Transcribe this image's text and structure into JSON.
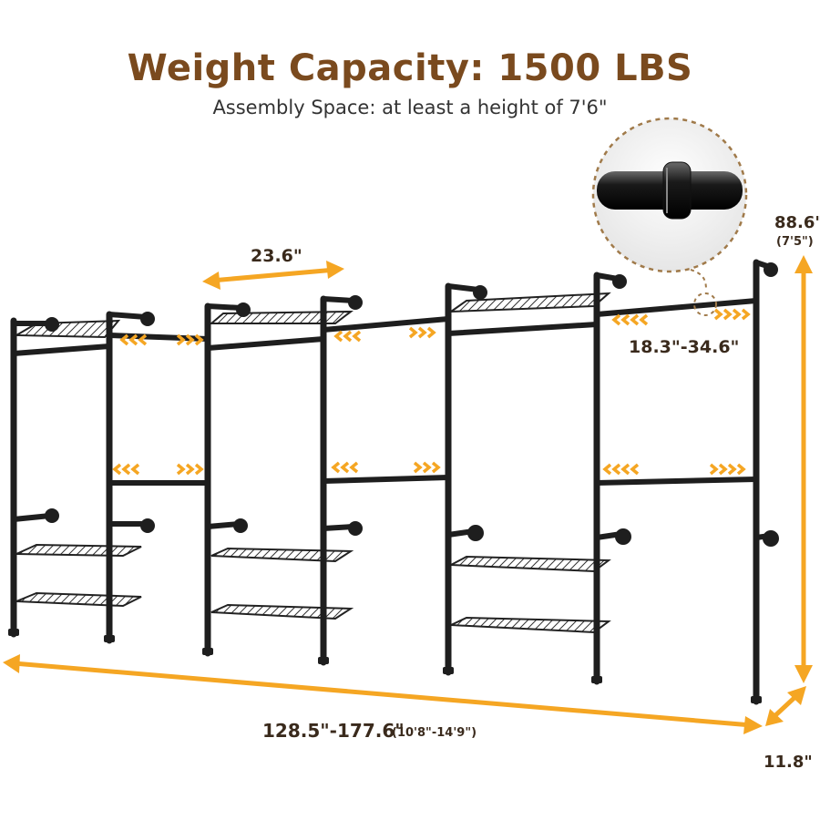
{
  "header": {
    "title": "Weight Capacity: 1500 LBS",
    "subtitle": "Assembly Space: at least a height of 7'6\""
  },
  "dimensions": {
    "shelf_width": "23.6\"",
    "rod_range": "18.3\"-34.6\"",
    "height_in": "88.6\"",
    "height_ft": "(7'5\")",
    "total_width_in": "128.5\"-177.6\"",
    "total_width_ft": "(10'8\"-14'9\")",
    "depth": "11.8\""
  },
  "colors": {
    "title": "#7a4a1e",
    "accent": "#f5a623",
    "pipe": "#1e1e1e"
  },
  "icons": [
    "zoom-detail-icon",
    "double-arrow-icon",
    "chevron-arrow-icon"
  ]
}
